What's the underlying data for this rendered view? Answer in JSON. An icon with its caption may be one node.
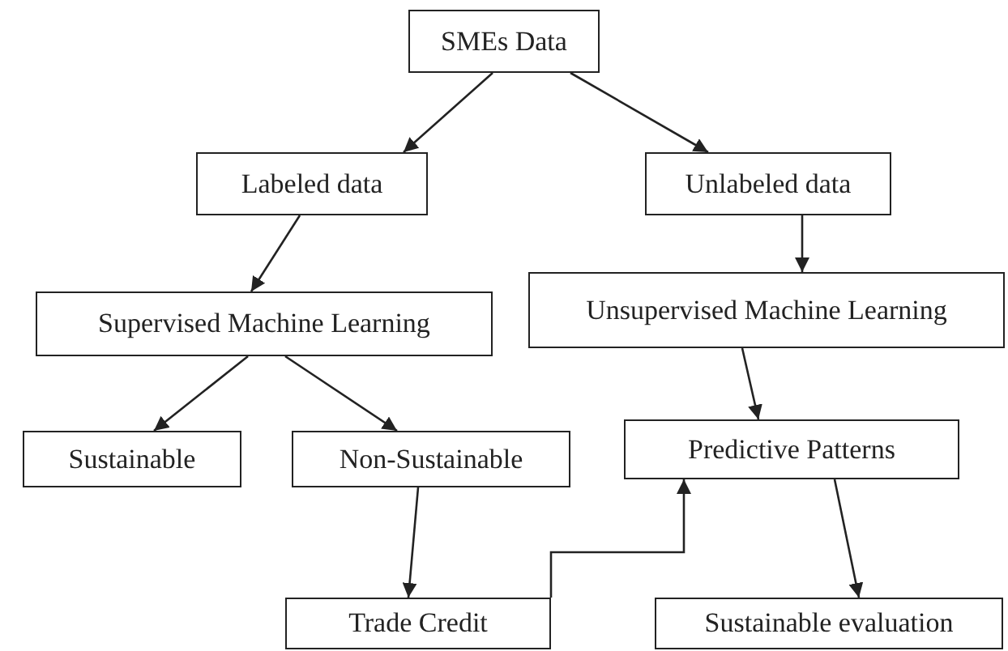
{
  "diagram": {
    "nodes": [
      {
        "text": [
          "SMEs Data"
        ]
      },
      {
        "text": [
          "Labeled data"
        ]
      },
      {
        "text": [
          "Unlabeled data"
        ]
      },
      {
        "text": [
          "Supervised Machine Learning"
        ]
      },
      {
        "text": [
          "Unsupervised Machine Learning"
        ]
      },
      {
        "text": [
          "Sustainable"
        ]
      },
      {
        "text": [
          "Non-Sustainable"
        ]
      },
      {
        "text": [
          "Predictive Patterns"
        ]
      },
      {
        "text": [
          "Trade Credit"
        ]
      },
      {
        "text": [
          "Sustainable evaluation"
        ]
      }
    ],
    "edges": [
      {
        "from": 0,
        "to": 1,
        "arrow": "to"
      },
      {
        "from": 0,
        "to": 2,
        "arrow": "to"
      },
      {
        "from": 1,
        "to": 3,
        "arrow": "to"
      },
      {
        "from": 2,
        "to": 4,
        "arrow": "to"
      },
      {
        "from": 3,
        "to": 5,
        "arrow": "to"
      },
      {
        "from": 3,
        "to": 6,
        "arrow": "to"
      },
      {
        "from": 4,
        "to": 7,
        "arrow": "to"
      },
      {
        "from": 6,
        "to": 8,
        "arrow": "to"
      },
      {
        "from": 8,
        "to": 7,
        "arrow": "to"
      },
      {
        "from": 7,
        "to": 9,
        "arrow": "to"
      }
    ]
  }
}
